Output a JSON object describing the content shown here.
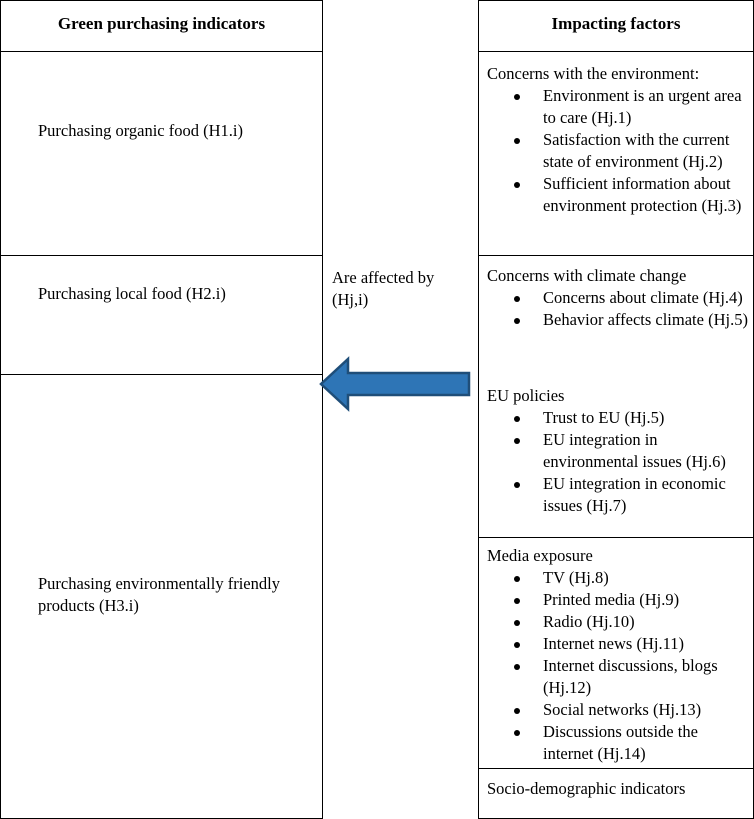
{
  "left_column": {
    "header": "Green purchasing indicators",
    "items": [
      "Purchasing organic food (H1.i)",
      "Purchasing local food (H2.i)",
      "Purchasing environmentally friendly products (H3.i)"
    ]
  },
  "middle": {
    "label": "Are affected by (Hj,i)"
  },
  "right_column": {
    "header": "Impacting factors",
    "groups": [
      {
        "title": "Concerns with the environment:",
        "items": [
          "Environment is an urgent area to care (Hj.1)",
          "Satisfaction with the current state of environment (Hj.2)",
          "Sufficient information about environment protection (Hj.3)"
        ]
      },
      {
        "title": "Concerns with climate change",
        "items": [
          "Concerns about climate (Hj.4)",
          "Behavior affects climate (Hj.5)"
        ]
      },
      {
        "title": "EU policies",
        "items": [
          "Trust to EU (Hj.5)",
          "EU integration in environmental issues (Hj.6)",
          "EU integration in economic issues (Hj.7)"
        ]
      },
      {
        "title": "Media exposure",
        "items": [
          "TV (Hj.8)",
          "Printed media (Hj.9)",
          "Radio (Hj.10)",
          "Internet news (Hj.11)",
          "Internet discussions, blogs (Hj.12)",
          "Social networks (Hj.13)",
          "Discussions outside the internet (Hj.14)"
        ]
      },
      {
        "title": "Socio-demographic indicators",
        "items": []
      }
    ]
  },
  "colors": {
    "arrow_fill": "#2e75b6",
    "arrow_stroke": "#1f4e79"
  }
}
